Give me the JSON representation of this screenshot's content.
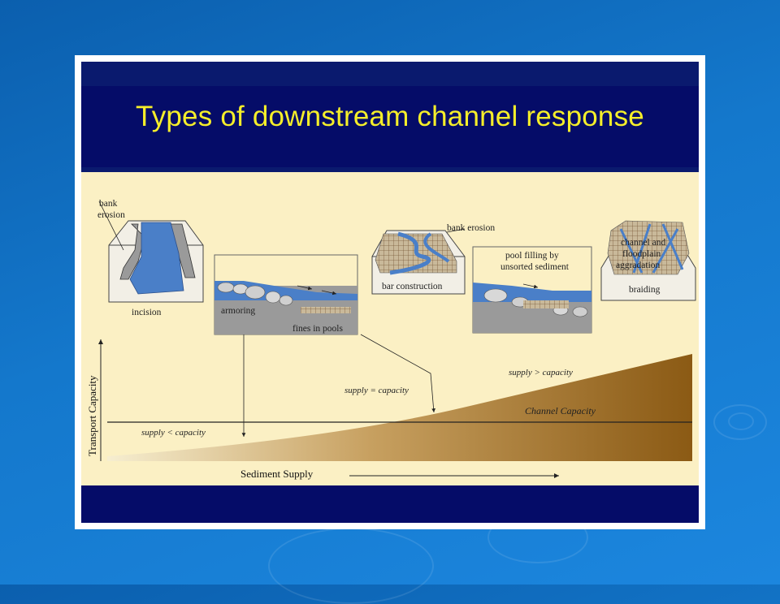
{
  "slide": {
    "title": "Types of downstream channel response"
  },
  "diagram": {
    "labels": {
      "bank_erosion_left_1": "bank",
      "bank_erosion_left_2": "erosion",
      "incision": "incision",
      "armoring": "armoring",
      "fines_in_pools": "fines in pools",
      "bank_erosion_mid": "bank erosion",
      "bar_construction": "bar construction",
      "pool_filling_1": "pool filling by",
      "pool_filling_2": "unsorted sediment",
      "aggradation_1": "channel and",
      "aggradation_2": "floodplain",
      "aggradation_3": "aggradation",
      "braiding": "braiding",
      "supply_lt": "supply < capacity",
      "supply_eq": "supply = capacity",
      "supply_gt": "supply > capacity",
      "channel_capacity": "Channel Capacity",
      "y_axis": "Transport Capacity",
      "x_axis": "Sediment Supply"
    },
    "colors": {
      "water": "#4a7fc8",
      "sediment_light": "#f6eed0",
      "sediment_dark": "#8b5a14",
      "panel_gray": "#9a9a9a",
      "background": "#fbf0c4"
    }
  }
}
